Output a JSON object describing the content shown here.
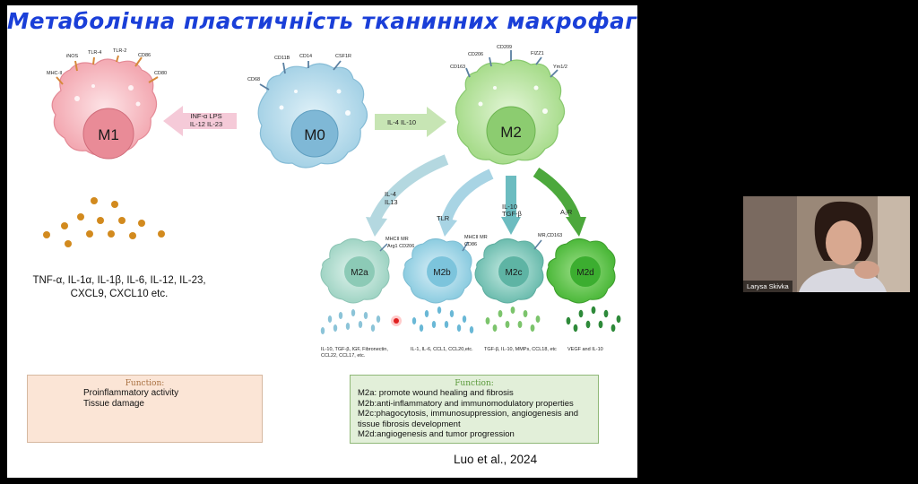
{
  "slide": {
    "title": "Метаболічна пластичність тканинних макрофагів",
    "cells": {
      "m0": "M0",
      "m1": "M1",
      "m2": "M2",
      "m2a": "M2a",
      "m2b": "M2b",
      "m2c": "M2c",
      "m2d": "M2d"
    },
    "m1_receptors": [
      "MHC-II",
      "iNOS",
      "TLR-4",
      "TLR-2",
      "CD86",
      "CD80"
    ],
    "m0_receptors": [
      "CD68",
      "CD11B",
      "CD14",
      "CSF1R"
    ],
    "m2_receptors": [
      "CD163",
      "CD206",
      "CD209",
      "FIZZ1",
      "Ym1/2"
    ],
    "arrow_to_m1": {
      "line1": "INF-α   LPS",
      "line2": "IL-12   IL-23"
    },
    "arrow_to_m2": "IL-4   IL-10",
    "subtype_arrows": {
      "m2a_line1": "IL-4",
      "m2a_line2": "IL13",
      "m2b": "TLR",
      "m2c_line1": "IL-10",
      "m2c_line2": "TGF-β",
      "m2d": "A₂R"
    },
    "subtype_markers": {
      "m2a_line1": "MHCII   MR",
      "m2a_line2": "Arg1  CD206",
      "m2b_line1": "MHCII  MR",
      "m2b_line2": "CD86",
      "m2c": "MR,CD163"
    },
    "cytokines": {
      "m2a_line1": "IL-10, TGF-β, IGF, Fibronectin,",
      "m2a_line2": "CCL22, CCL17, etc.",
      "m2b": "IL-1, IL-6, CCL1, CCL20,etc.",
      "m2c": "TGF-β, IL-10, MMPs, CCL18, etc",
      "m2d": "VEGF and IL-10"
    },
    "m1_cytokines_line1": "TNF-α, IL-1α, IL-1β, IL-6, IL-12, IL-23,",
    "m1_cytokines_line2": "CXCL9, CXCL10 etc.",
    "function_m1": {
      "heading": "Function:",
      "line1": "Proinflammatory activity",
      "line2": "Tissue damage"
    },
    "function_m2": {
      "heading": "Function:",
      "line1": "M2a: promote wound healing and fibrosis",
      "line2": "M2b:anti-inflammatory and immunomodulatory properties",
      "line3": "M2c:phagocytosis, immunosuppression, angiogenesis and",
      "line4": "tissue fibrosis development",
      "line5": "M2d:angiogenesis and tumor progression"
    },
    "citation": "Luo et al., 2024"
  },
  "participant": {
    "name": "Larysa Skivka"
  },
  "colors": {
    "title": "#1a3fd8",
    "m1": "#f4b9c0",
    "m0": "#b8dcea",
    "m2": "#c0e6a8",
    "m2a": "#a8d8c8",
    "m2b": "#9cd4e4",
    "m2c": "#7cc4b8",
    "m2d": "#5cc04c",
    "function_m1_bg": "#fbe5d6",
    "function_m2_bg": "#e2efd9"
  }
}
